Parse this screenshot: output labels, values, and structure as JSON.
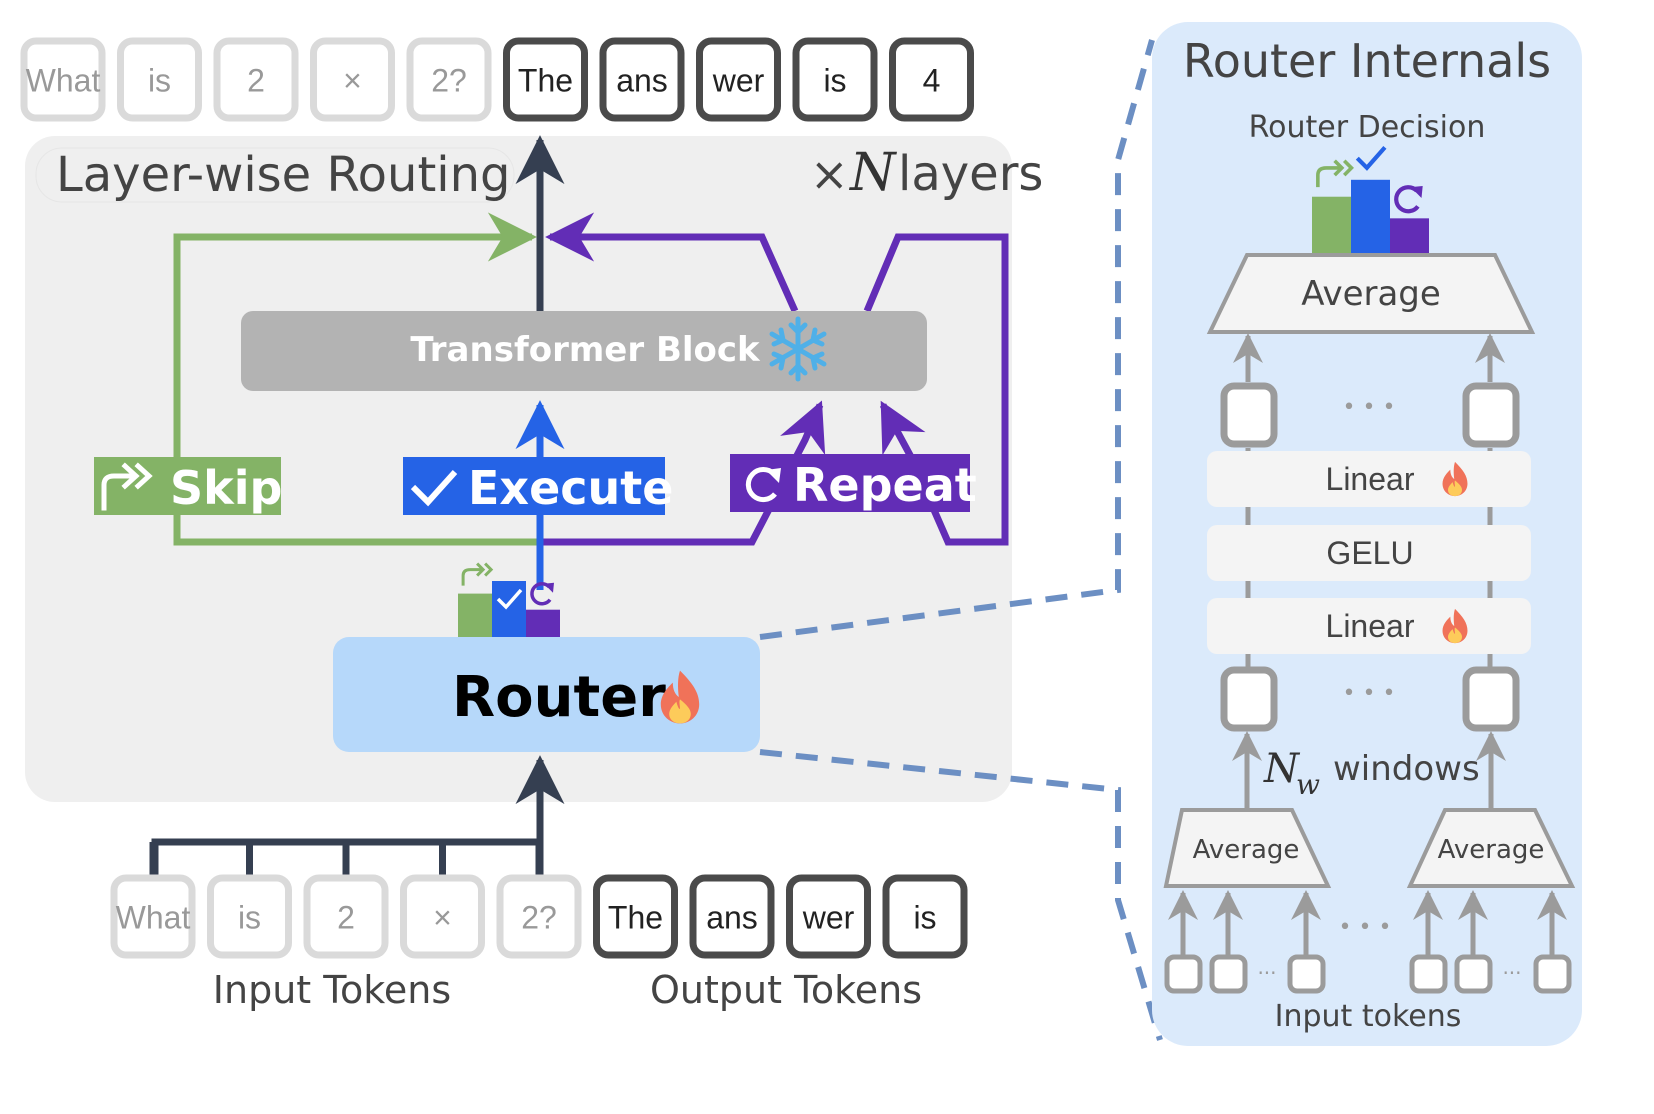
{
  "colors": {
    "skip": "#84b366",
    "execute": "#2563e6",
    "repeat": "#622db6",
    "frozen": "#4fb0e8",
    "dark_arrow": "#353f51",
    "gray_arrow": "#9b9b9b",
    "dashed_link": "#6c8fc3",
    "router_fill": "#b6d8fa",
    "panel_fill": "#efefef",
    "internals_fill": "#dbeafb",
    "transformer_fill": "#b3b3b3"
  },
  "top_tokens": {
    "input": [
      "What",
      "is",
      "2",
      "×",
      "2?"
    ],
    "output": [
      "The",
      "ans",
      "wer",
      "is",
      "4"
    ]
  },
  "bottom_tokens": {
    "input": [
      "What",
      "is",
      "2",
      "×",
      "2?"
    ],
    "output": [
      "The",
      "ans",
      "wer",
      "is"
    ],
    "input_label": "Input Tokens",
    "output_label": "Output Tokens"
  },
  "layer_panel": {
    "title": "Layer-wise Routing",
    "repeat_prefix": "×",
    "repeat_symbol": "N",
    "repeat_suffix": "layers",
    "transformer_block": "Transformer Block",
    "transformer_icon": "snowflake-icon",
    "router_label": "Router",
    "router_icon": "fire-icon"
  },
  "actions": [
    {
      "name": "skip",
      "label": "Skip",
      "icon": "skip-arrow-icon"
    },
    {
      "name": "execute",
      "label": "Execute",
      "icon": "checkmark-icon"
    },
    {
      "name": "repeat",
      "label": "Repeat",
      "icon": "repeat-icon"
    }
  ],
  "router_decision_bars": {
    "skip": 0.62,
    "execute": 0.8,
    "repeat": 0.39
  },
  "internals": {
    "title": "Router Internals",
    "decision_label": "Router Decision",
    "average_top": "Average",
    "layers": [
      {
        "label": "Linear",
        "trainable": true
      },
      {
        "label": "GELU",
        "trainable": false
      },
      {
        "label": "Linear",
        "trainable": true
      }
    ],
    "windows_symbol": "N",
    "windows_subscript": "w",
    "windows_label": "windows",
    "average_window_left": "Average",
    "average_window_right": "Average",
    "ellipsis": "• • •",
    "small_ellipsis": "···",
    "input_tokens_label": "Input tokens"
  }
}
